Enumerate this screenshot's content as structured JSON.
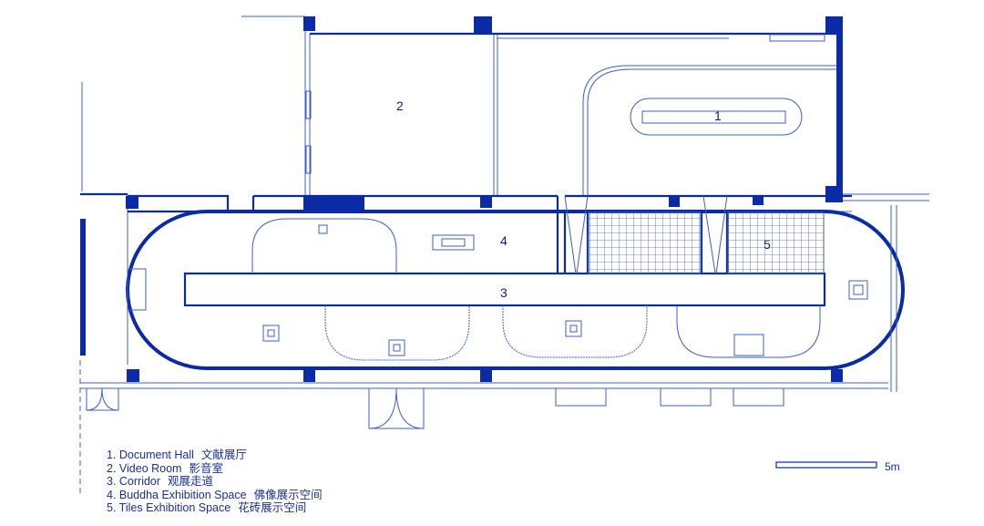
{
  "rooms": [
    {
      "number": "1",
      "name": "Document Hall",
      "name_zh": "文献展厅"
    },
    {
      "number": "2",
      "name": "Video Room",
      "name_zh": "影音室"
    },
    {
      "number": "3",
      "name": "Corridor",
      "name_zh": "观展走道"
    },
    {
      "number": "4",
      "name": "Buddha Exhibition Space",
      "name_zh": "佛像展示空间"
    },
    {
      "number": "5",
      "name": "Tiles Exhibition Space",
      "name_zh": "花砖展示空间"
    }
  ],
  "legend": [
    {
      "en": "1. Document Hall",
      "zh": "文献展厅"
    },
    {
      "en": "2. Video Room",
      "zh": "影音室"
    },
    {
      "en": "3. Corridor",
      "zh": "观展走道"
    },
    {
      "en": "4. Buddha Exhibition Space",
      "zh": "佛像展示空间"
    },
    {
      "en": "5. Tiles Exhibition Space",
      "zh": "花砖展示空间"
    }
  ],
  "scale": {
    "label": "5m"
  },
  "colors": {
    "wall": "#0a2aa6",
    "line": "#3d5ccc",
    "text": "#1a2f9a"
  }
}
